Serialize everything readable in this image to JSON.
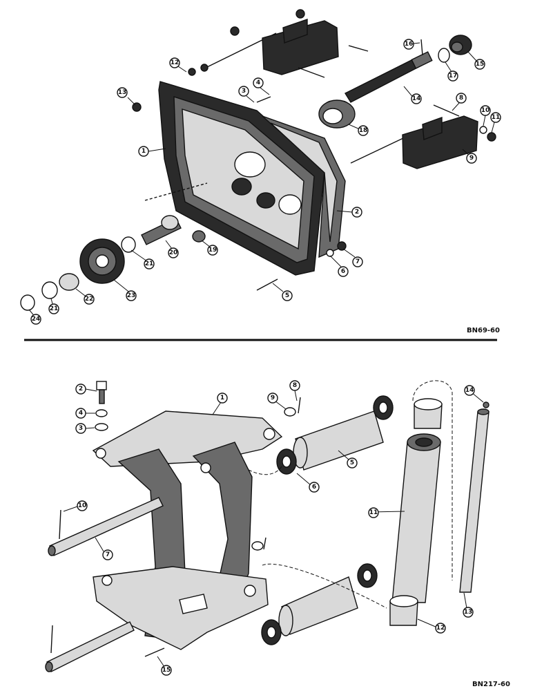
{
  "top_diagram": {
    "code": "BN69-60",
    "callouts": [
      "1",
      "2",
      "3",
      "4",
      "5",
      "6",
      "7",
      "8",
      "9",
      "10",
      "11",
      "12",
      "13",
      "14",
      "15",
      "16",
      "17",
      "18",
      "19",
      "20",
      "21",
      "21",
      "22",
      "23",
      "24"
    ]
  },
  "bottom_diagram": {
    "code": "BN217-60",
    "callouts": [
      "1",
      "2",
      "3",
      "4",
      "5",
      "6",
      "7",
      "8",
      "9",
      "10",
      "11",
      "12",
      "13",
      "14",
      "15"
    ]
  }
}
